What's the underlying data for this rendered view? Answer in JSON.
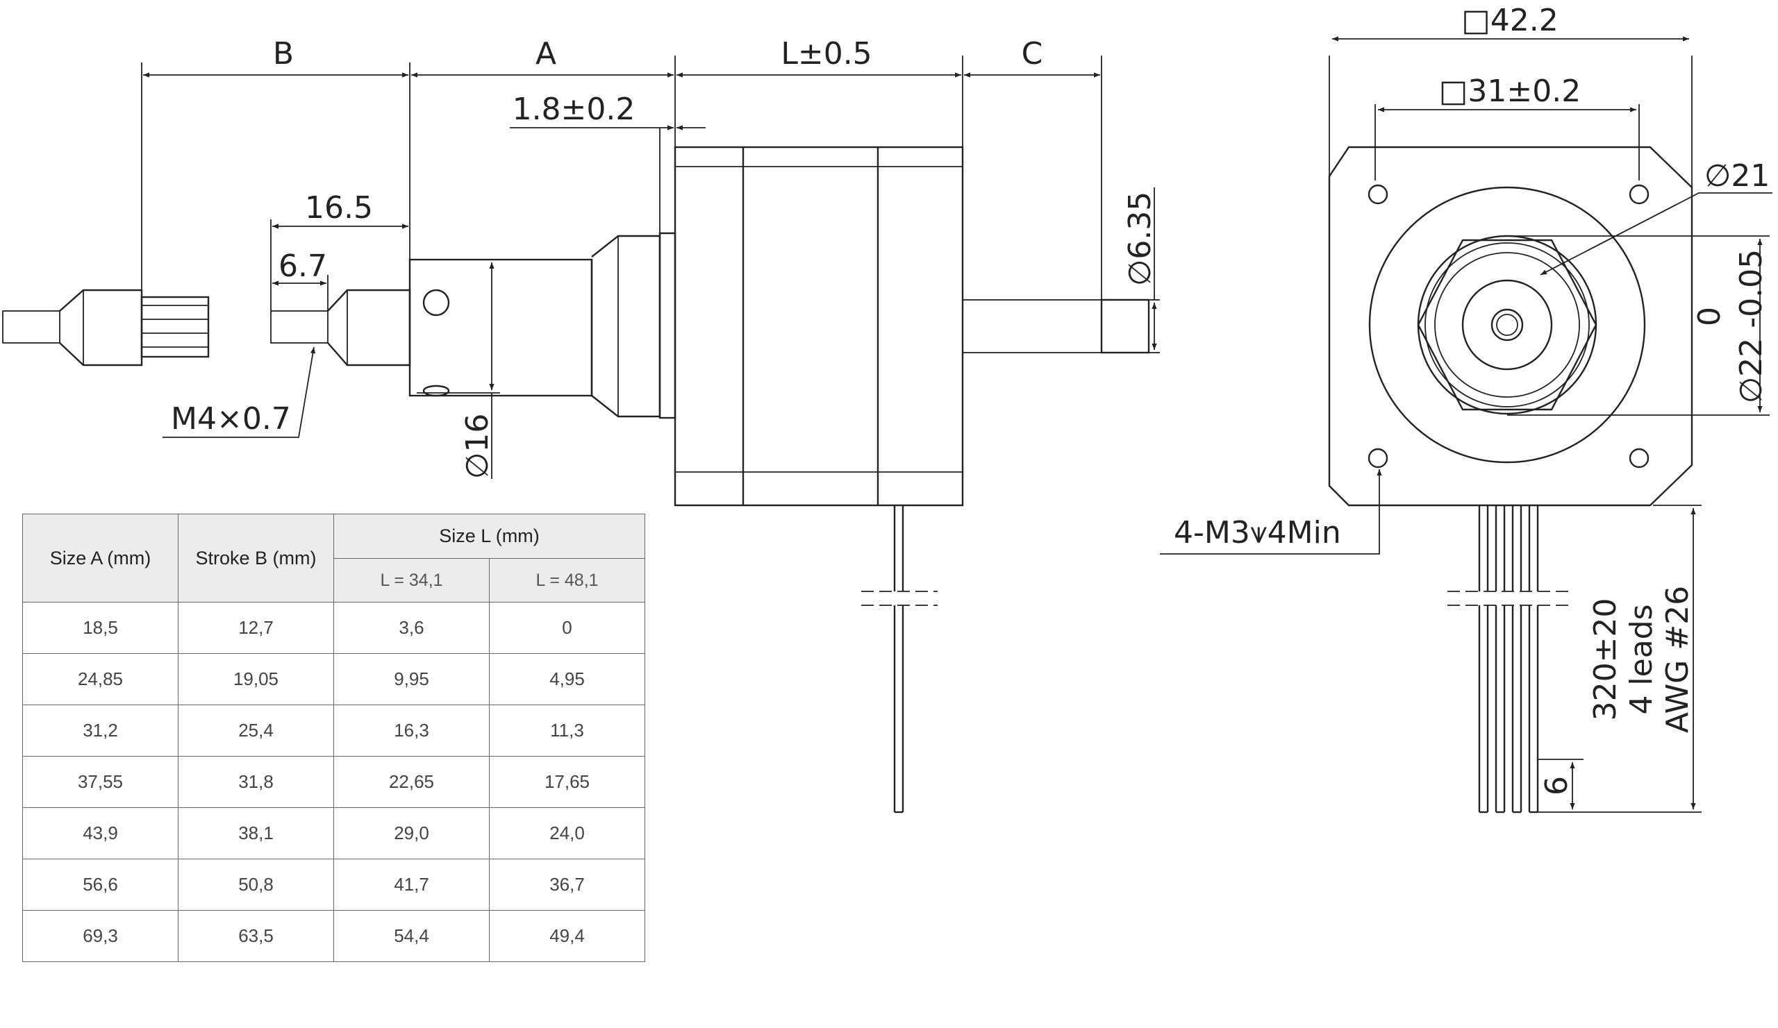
{
  "dimensions": {
    "B": "B",
    "A": "A",
    "L": "L±0.5",
    "C": "C",
    "clearance": "1.8±0.2",
    "d165": "16.5",
    "d67": "6.7",
    "thread": "M4×0.7",
    "dia16": "∅16",
    "dia635": "∅6.35",
    "sq422": "□42.2",
    "sq31": "□31±0.2",
    "dia21": "∅21",
    "tol_upper": "0",
    "dia22": "∅22 -0.05",
    "mount_holes": "4-M3⩛4Min",
    "lead_len": "320±20",
    "leads": "4 leads",
    "awg": "AWG #26",
    "strip": "6"
  },
  "table": {
    "headers": {
      "size_a": "Size A (mm)",
      "stroke_b": "Stroke B (mm)",
      "size_l": "Size L (mm)",
      "l1": "L = 34,1",
      "l2": "L = 48,1"
    },
    "rows": [
      [
        "18,5",
        "12,7",
        "3,6",
        "0"
      ],
      [
        "24,85",
        "19,05",
        "9,95",
        "4,95"
      ],
      [
        "31,2",
        "25,4",
        "16,3",
        "11,3"
      ],
      [
        "37,55",
        "31,8",
        "22,65",
        "17,65"
      ],
      [
        "43,9",
        "38,1",
        "29,0",
        "24,0"
      ],
      [
        "56,6",
        "50,8",
        "41,7",
        "36,7"
      ],
      [
        "69,3",
        "63,5",
        "54,4",
        "49,4"
      ]
    ]
  }
}
